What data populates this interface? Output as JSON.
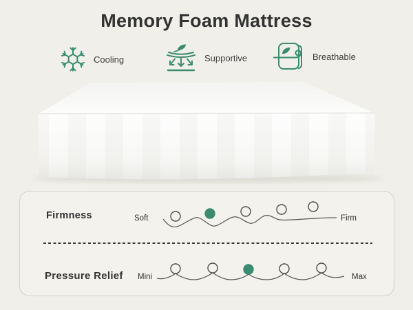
{
  "title": "Memory Foam Mattress",
  "features": [
    {
      "icon": "snowflake-icon",
      "label": "Cooling"
    },
    {
      "icon": "compress-arrows-leaf-icon",
      "label": "Supportive"
    },
    {
      "icon": "airflow-mattress-leaf-icon",
      "label": "Breathable"
    }
  ],
  "illustration": {
    "name": "memory-foam-mattress-3d"
  },
  "ratings_panel": {
    "rows": [
      {
        "label": "Firmness",
        "min_label": "Soft",
        "max_label": "Firm",
        "scale_max": 5,
        "selected_level": 2
      },
      {
        "label": "Pressure Relief",
        "min_label": "Mini",
        "max_label": "Max",
        "scale_max": 5,
        "selected_level": 3
      }
    ]
  },
  "colors": {
    "accent_green": "#3a8b70",
    "background": "#f0efe9",
    "panel_background": "#f3f2ed",
    "panel_border": "#d3d2cd",
    "heading_text": "#323232",
    "body_text": "#3e3e3e"
  }
}
